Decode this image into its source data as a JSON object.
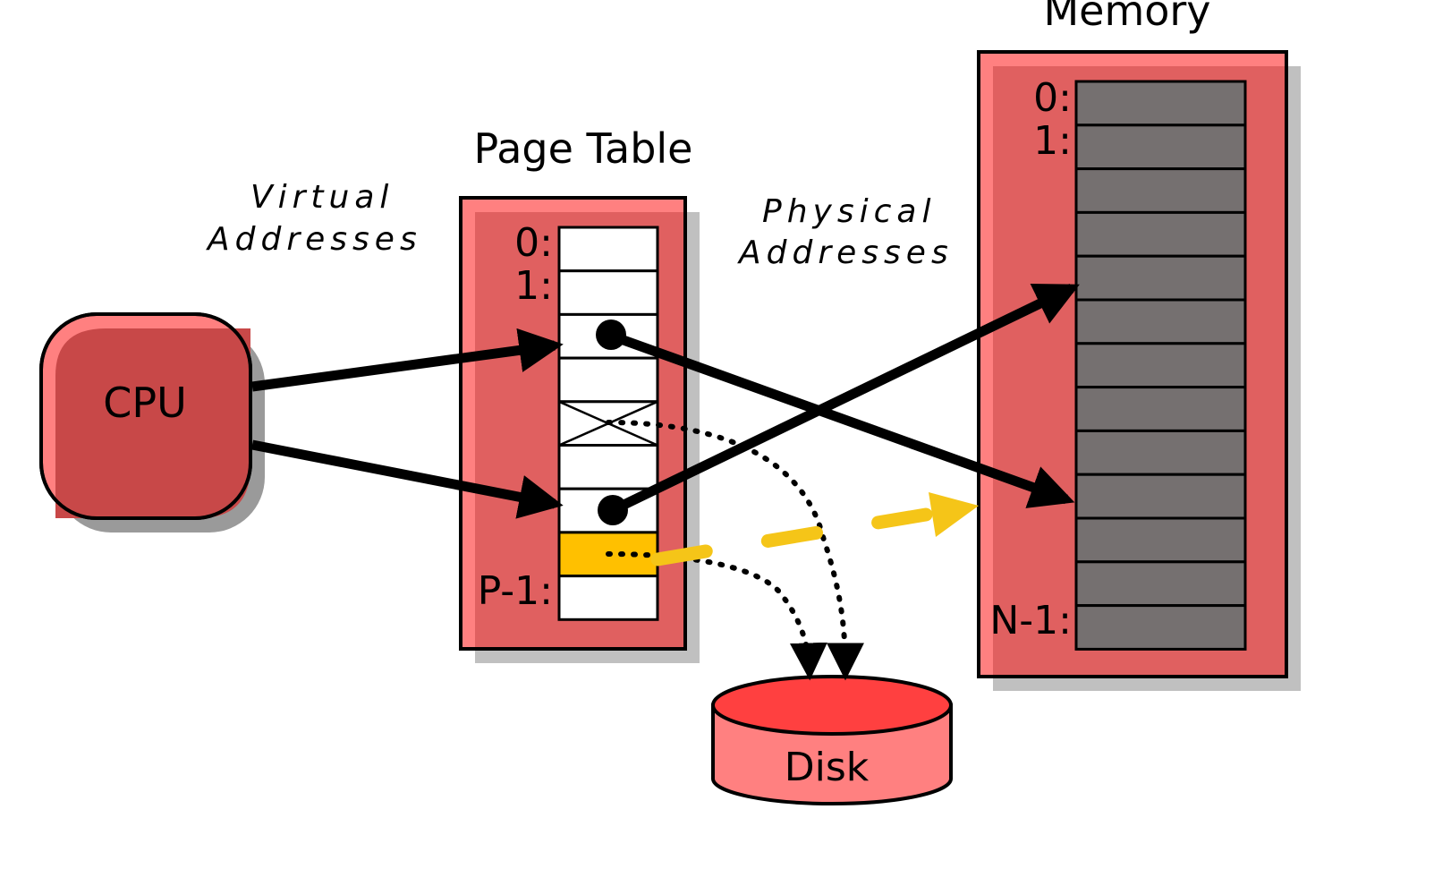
{
  "labels": {
    "memory_title": "Memory",
    "page_table_title": "Page Table",
    "virtual_line1": "Virtual",
    "virtual_line2": "Addresses",
    "physical_line1": "Physical",
    "physical_line2": "Addresses",
    "cpu": "CPU",
    "disk": "Disk"
  },
  "page_table": {
    "row_labels": [
      "0:",
      "1:",
      "P-1:"
    ],
    "rows": 9,
    "entries": [
      {
        "row": 0,
        "state": "empty"
      },
      {
        "row": 1,
        "state": "empty"
      },
      {
        "row": 2,
        "state": "mapped-to-memory"
      },
      {
        "row": 3,
        "state": "empty"
      },
      {
        "row": 4,
        "state": "invalid"
      },
      {
        "row": 5,
        "state": "empty"
      },
      {
        "row": 6,
        "state": "mapped-to-memory"
      },
      {
        "row": 7,
        "state": "on-disk-highlighted"
      },
      {
        "row": 8,
        "state": "empty"
      }
    ]
  },
  "memory": {
    "row_labels": [
      "0:",
      "1:",
      "N-1:"
    ],
    "rows": 13
  },
  "colors": {
    "container_fill": "#e06060",
    "container_highlight": "#ff8080",
    "shadow": "#c0c0c0",
    "cpu_fill": "#c84848",
    "memory_cell": "#757070",
    "highlight_entry": "#ffc000",
    "disk_top": "#ff4040",
    "disk_body": "#ff8080",
    "arrow": "#000000",
    "dashed_arrow": "#f5c518"
  }
}
